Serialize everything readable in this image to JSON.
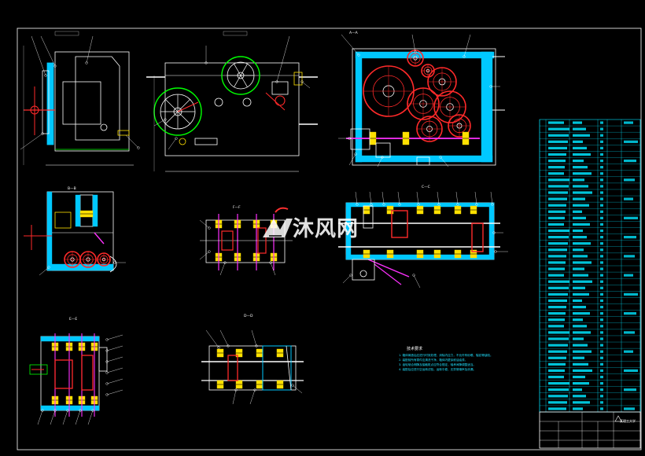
{
  "drawing": {
    "background": "#000000",
    "palette": {
      "outline": "#ffffff",
      "hatch": "#00c8ff",
      "gear": "#ff2a2a",
      "bearing": "#ffe000",
      "shaft": "#ff30ff",
      "handwheel": "#00ff00",
      "table_line": "#00e5ff"
    },
    "views": [
      {
        "label": "",
        "icon": "side-elevation-view"
      },
      {
        "label": "",
        "icon": "front-elevation-view"
      },
      {
        "label": "A—A",
        "icon": "gear-train-section-view"
      },
      {
        "label": "B—B",
        "icon": "gear-section-left-view"
      },
      {
        "label": "F—F",
        "icon": "shaft-section-small-view"
      },
      {
        "label": "C—C",
        "icon": "main-shaft-section-view"
      },
      {
        "label": "E—E",
        "icon": "lower-left-section-view"
      },
      {
        "label": "D—D",
        "icon": "lower-middle-section-view"
      }
    ],
    "technical_requirements": {
      "title": "技术要求",
      "lines": [
        "1. 箱体铸造后应进行时效处理，消除内应力，不允许有砂眼、裂纹等缺陷。",
        "2. 装配前所有零件应清洗干净，箱体内壁涂耐油油漆。",
        "3. 齿轮啮合侧隙及接触斑点应符合规定，轴承间隙调整适当。",
        "4. 装配后应进行空运转试验，运转平稳，无异常噪声及渗漏。"
      ]
    },
    "parts_list": {
      "row_count": 46,
      "icon": "parts-list-table"
    },
    "title_block": {
      "school_name": "某理工大学",
      "icon": "title-block"
    },
    "watermark": {
      "text": "沐风网",
      "icon": "mufeng-logo-icon"
    }
  }
}
